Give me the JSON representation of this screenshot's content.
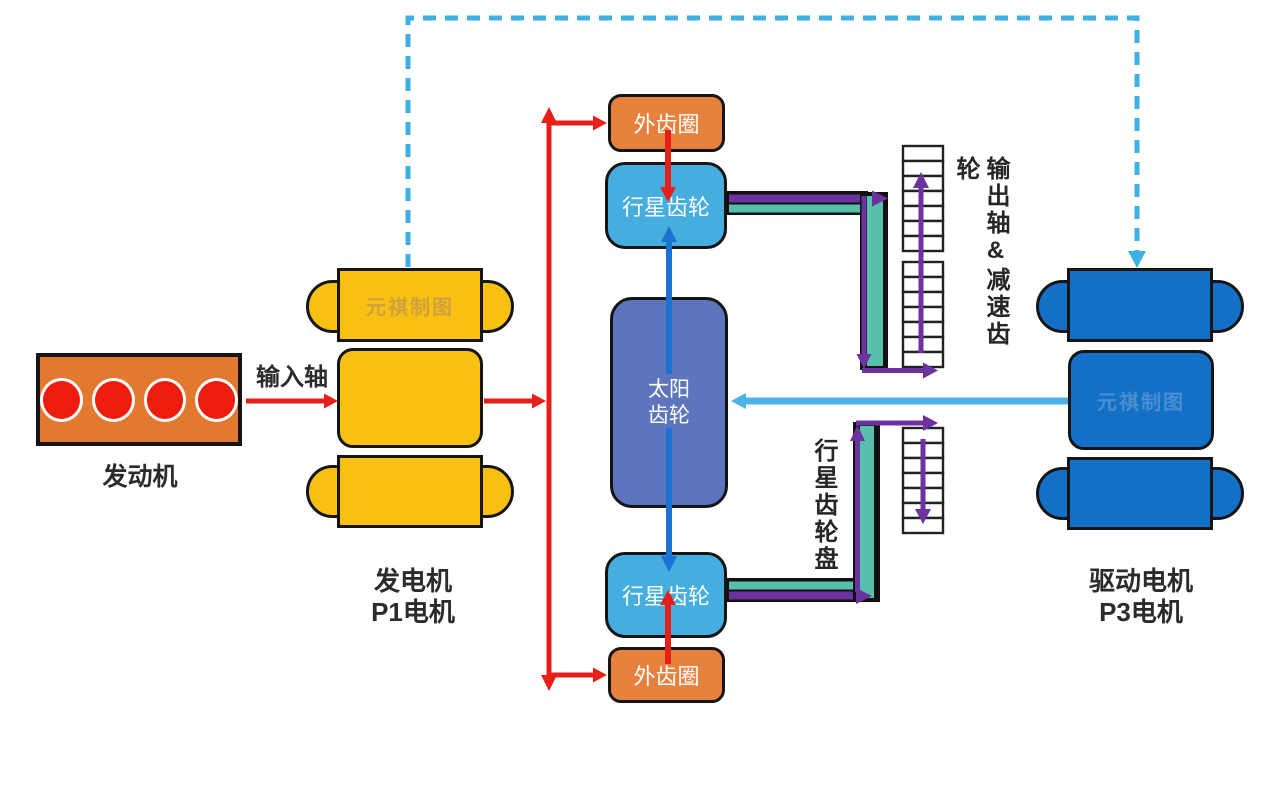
{
  "watermark_text": "元祺制图",
  "engine": {
    "label": "发动机"
  },
  "input_shaft_label": "输入轴",
  "generator": {
    "name_line1": "发电机",
    "name_line2": "P1电机"
  },
  "drive_motor": {
    "name_line1": "驱动电机",
    "name_line2": "P3电机"
  },
  "gearset": {
    "ring_gear_top_label": "外齿圈",
    "planetary_top_label": "行星齿轮",
    "sun_line1": "太阳",
    "sun_line2": "齿轮",
    "planetary_bottom_label": "行星齿轮",
    "ring_gear_bottom_label": "外齿圈"
  },
  "output_shaft_label": "输出轴&减速齿轮",
  "planet_carrier_label": "行星齿轮盘",
  "colors": {
    "engine_body_orange": "#E2792F",
    "cylinder_red": "#ED1C0E",
    "generator_yellow": "#F7C013",
    "ring_gear_orange": "#E8813E",
    "planetary_gear_blue": "#45AEDF",
    "sun_gear_blue": "#5C75BD",
    "drive_motor_blue": "#1470C7",
    "power_flow_red": "#E62019",
    "gear_mesh_blue": "#1C72D2",
    "motor_output_cyan": "#49B4E5",
    "electric_link_dashed_cyan": "#3FB0E5",
    "carrier_purple": "#6B32A0",
    "carrier_teal": "#58BFAD"
  }
}
